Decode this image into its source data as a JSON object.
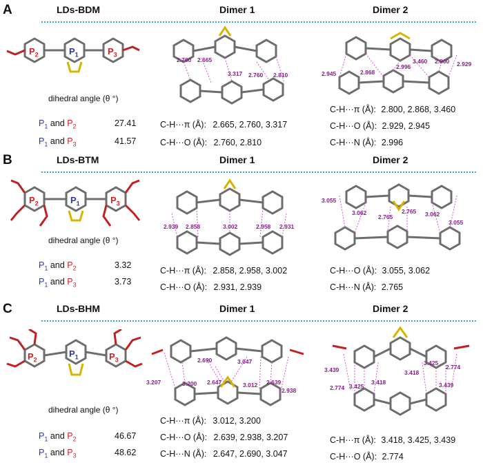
{
  "panels": [
    {
      "letter": "A",
      "title": "LDs-BDM",
      "dimer1": "Dimer 1",
      "dimer2": "Dimer 2",
      "dihedral_label": "dihedral angle (θ °)",
      "rings": {
        "p1": "P",
        "p2": "P",
        "p3": "P",
        "s1": "1",
        "s2": "2",
        "s3": "3"
      },
      "pairs": [
        {
          "a": "P",
          "as": "1",
          "and": "and",
          "b": "P",
          "bs": "2",
          "value": "27.41"
        },
        {
          "a": "P",
          "as": "1",
          "and": "and",
          "b": "P",
          "bs": "3",
          "value": "41.57"
        }
      ],
      "dimer1_lines": [
        {
          "label": "C-H···π (Å):",
          "value": "2.665, 2.760, 3.317"
        },
        {
          "label": "C-H···O (Å):",
          "value": "2.760, 2.810"
        }
      ],
      "dimer2_lines": [
        {
          "label": "C-H···π (Å):",
          "value": "2.800, 2.868, 3.460"
        },
        {
          "label": "C-H···O (Å):",
          "value": "2.929, 2.945"
        },
        {
          "label": "C-H···N (Å):",
          "value": "2.996"
        }
      ],
      "d1_labels": [
        "2.760",
        "2.665",
        "3.317",
        "2.760",
        "2.810"
      ],
      "d2_labels": [
        "2.945",
        "2.868",
        "2.996",
        "3.460",
        "2.800",
        "2.929"
      ]
    },
    {
      "letter": "B",
      "title": "LDs-BTM",
      "dimer1": "Dimer 1",
      "dimer2": "Dimer 2",
      "dihedral_label": "dihedral angle (θ °)",
      "rings": {
        "p1": "P",
        "p2": "P",
        "p3": "P",
        "s1": "1",
        "s2": "2",
        "s3": "3"
      },
      "pairs": [
        {
          "a": "P",
          "as": "1",
          "and": "and",
          "b": "P",
          "bs": "2",
          "value": "3.32"
        },
        {
          "a": "P",
          "as": "1",
          "and": "and",
          "b": "P",
          "bs": "3",
          "value": "3.73"
        }
      ],
      "dimer1_lines": [
        {
          "label": "C-H···π (Å):",
          "value": "2.858, 2.958, 3.002"
        },
        {
          "label": "C-H···O (Å):",
          "value": "2.931, 2.939"
        }
      ],
      "dimer2_lines": [
        {
          "label": "C-H···O (Å):",
          "value": "3.055, 3.062"
        },
        {
          "label": "C-H···N (Å):",
          "value": "2.765"
        }
      ],
      "d1_labels": [
        "2.939",
        "2.858",
        "3.002",
        "2.958",
        "2.931"
      ],
      "d2_labels": [
        "3.055",
        "3.062",
        "2.765",
        "2.765",
        "3.062",
        "3.055"
      ]
    },
    {
      "letter": "C",
      "title": "LDs-BHM",
      "dimer1": "Dimer 1",
      "dimer2": "Dimer 2",
      "dihedral_label": "dihedral angle (θ °)",
      "rings": {
        "p1": "P",
        "p2": "P",
        "p3": "P",
        "s1": "1",
        "s2": "2",
        "s3": "3"
      },
      "pairs": [
        {
          "a": "P",
          "as": "1",
          "and": "and",
          "b": "P",
          "bs": "2",
          "value": "46.67"
        },
        {
          "a": "P",
          "as": "1",
          "and": "and",
          "b": "P",
          "bs": "3",
          "value": "48.62"
        }
      ],
      "dimer1_lines": [
        {
          "label": "C-H···π (Å):",
          "value": "3.012, 3.200"
        },
        {
          "label": "C-H···O (Å):",
          "value": "2.639, 2.938, 3.207"
        },
        {
          "label": "C-H···N (Å):",
          "value": "2.647, 2.690, 3.047"
        }
      ],
      "dimer2_lines": [
        {
          "label": "C-H···π (Å):",
          "value": "3.418, 3.425, 3.439"
        },
        {
          "label": "C-H···O (Å):",
          "value": "2.774"
        }
      ],
      "d1_labels": [
        "3.207",
        "3.200",
        "2.690",
        "2.647",
        "3.047",
        "3.012",
        "2.639",
        "2.938"
      ],
      "d2_labels": [
        "3.439",
        "2.774",
        "3.425",
        "3.418",
        "3.418",
        "3.425",
        "2.774",
        "3.439"
      ]
    }
  ]
}
